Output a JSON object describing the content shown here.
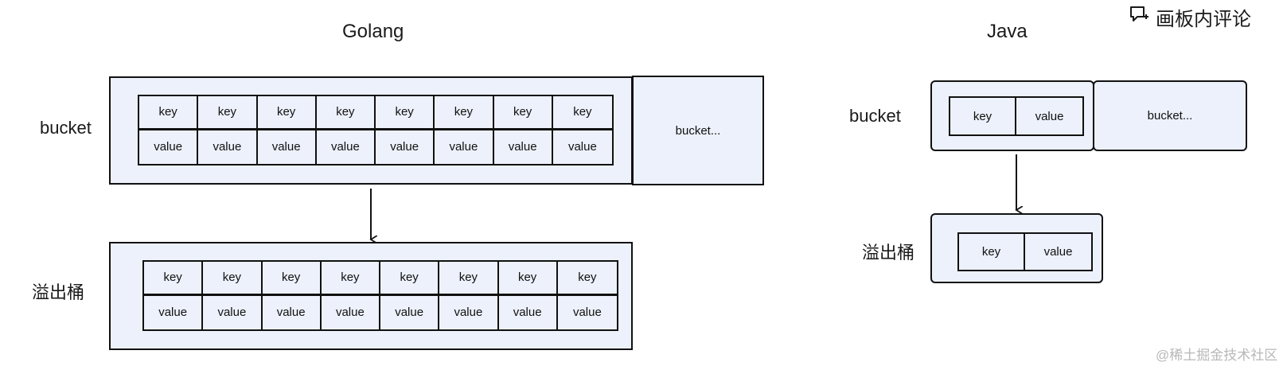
{
  "toolbar": {
    "comment_label": "画板内评论",
    "comment_icon": "comment-add-icon"
  },
  "watermark": "@稀土掘金技术社区",
  "golang": {
    "title": "Golang",
    "bucket_label": "bucket",
    "overflow_label": "溢出桶",
    "next_bucket_label": "bucket...",
    "bucket_keys": [
      "key",
      "key",
      "key",
      "key",
      "key",
      "key",
      "key",
      "key"
    ],
    "bucket_values": [
      "value",
      "value",
      "value",
      "value",
      "value",
      "value",
      "value",
      "value"
    ],
    "overflow_keys": [
      "key",
      "key",
      "key",
      "key",
      "key",
      "key",
      "key",
      "key"
    ],
    "overflow_values": [
      "value",
      "value",
      "value",
      "value",
      "value",
      "value",
      "value",
      "value"
    ]
  },
  "java": {
    "title": "Java",
    "bucket_label": "bucket",
    "overflow_label": "溢出桶",
    "next_bucket_label": "bucket...",
    "bucket_key": "key",
    "bucket_value": "value",
    "overflow_key": "key",
    "overflow_value": "value"
  },
  "colors": {
    "box_fill": "#ecf1fb",
    "stroke": "#111111",
    "watermark": "#b8b8b8"
  }
}
